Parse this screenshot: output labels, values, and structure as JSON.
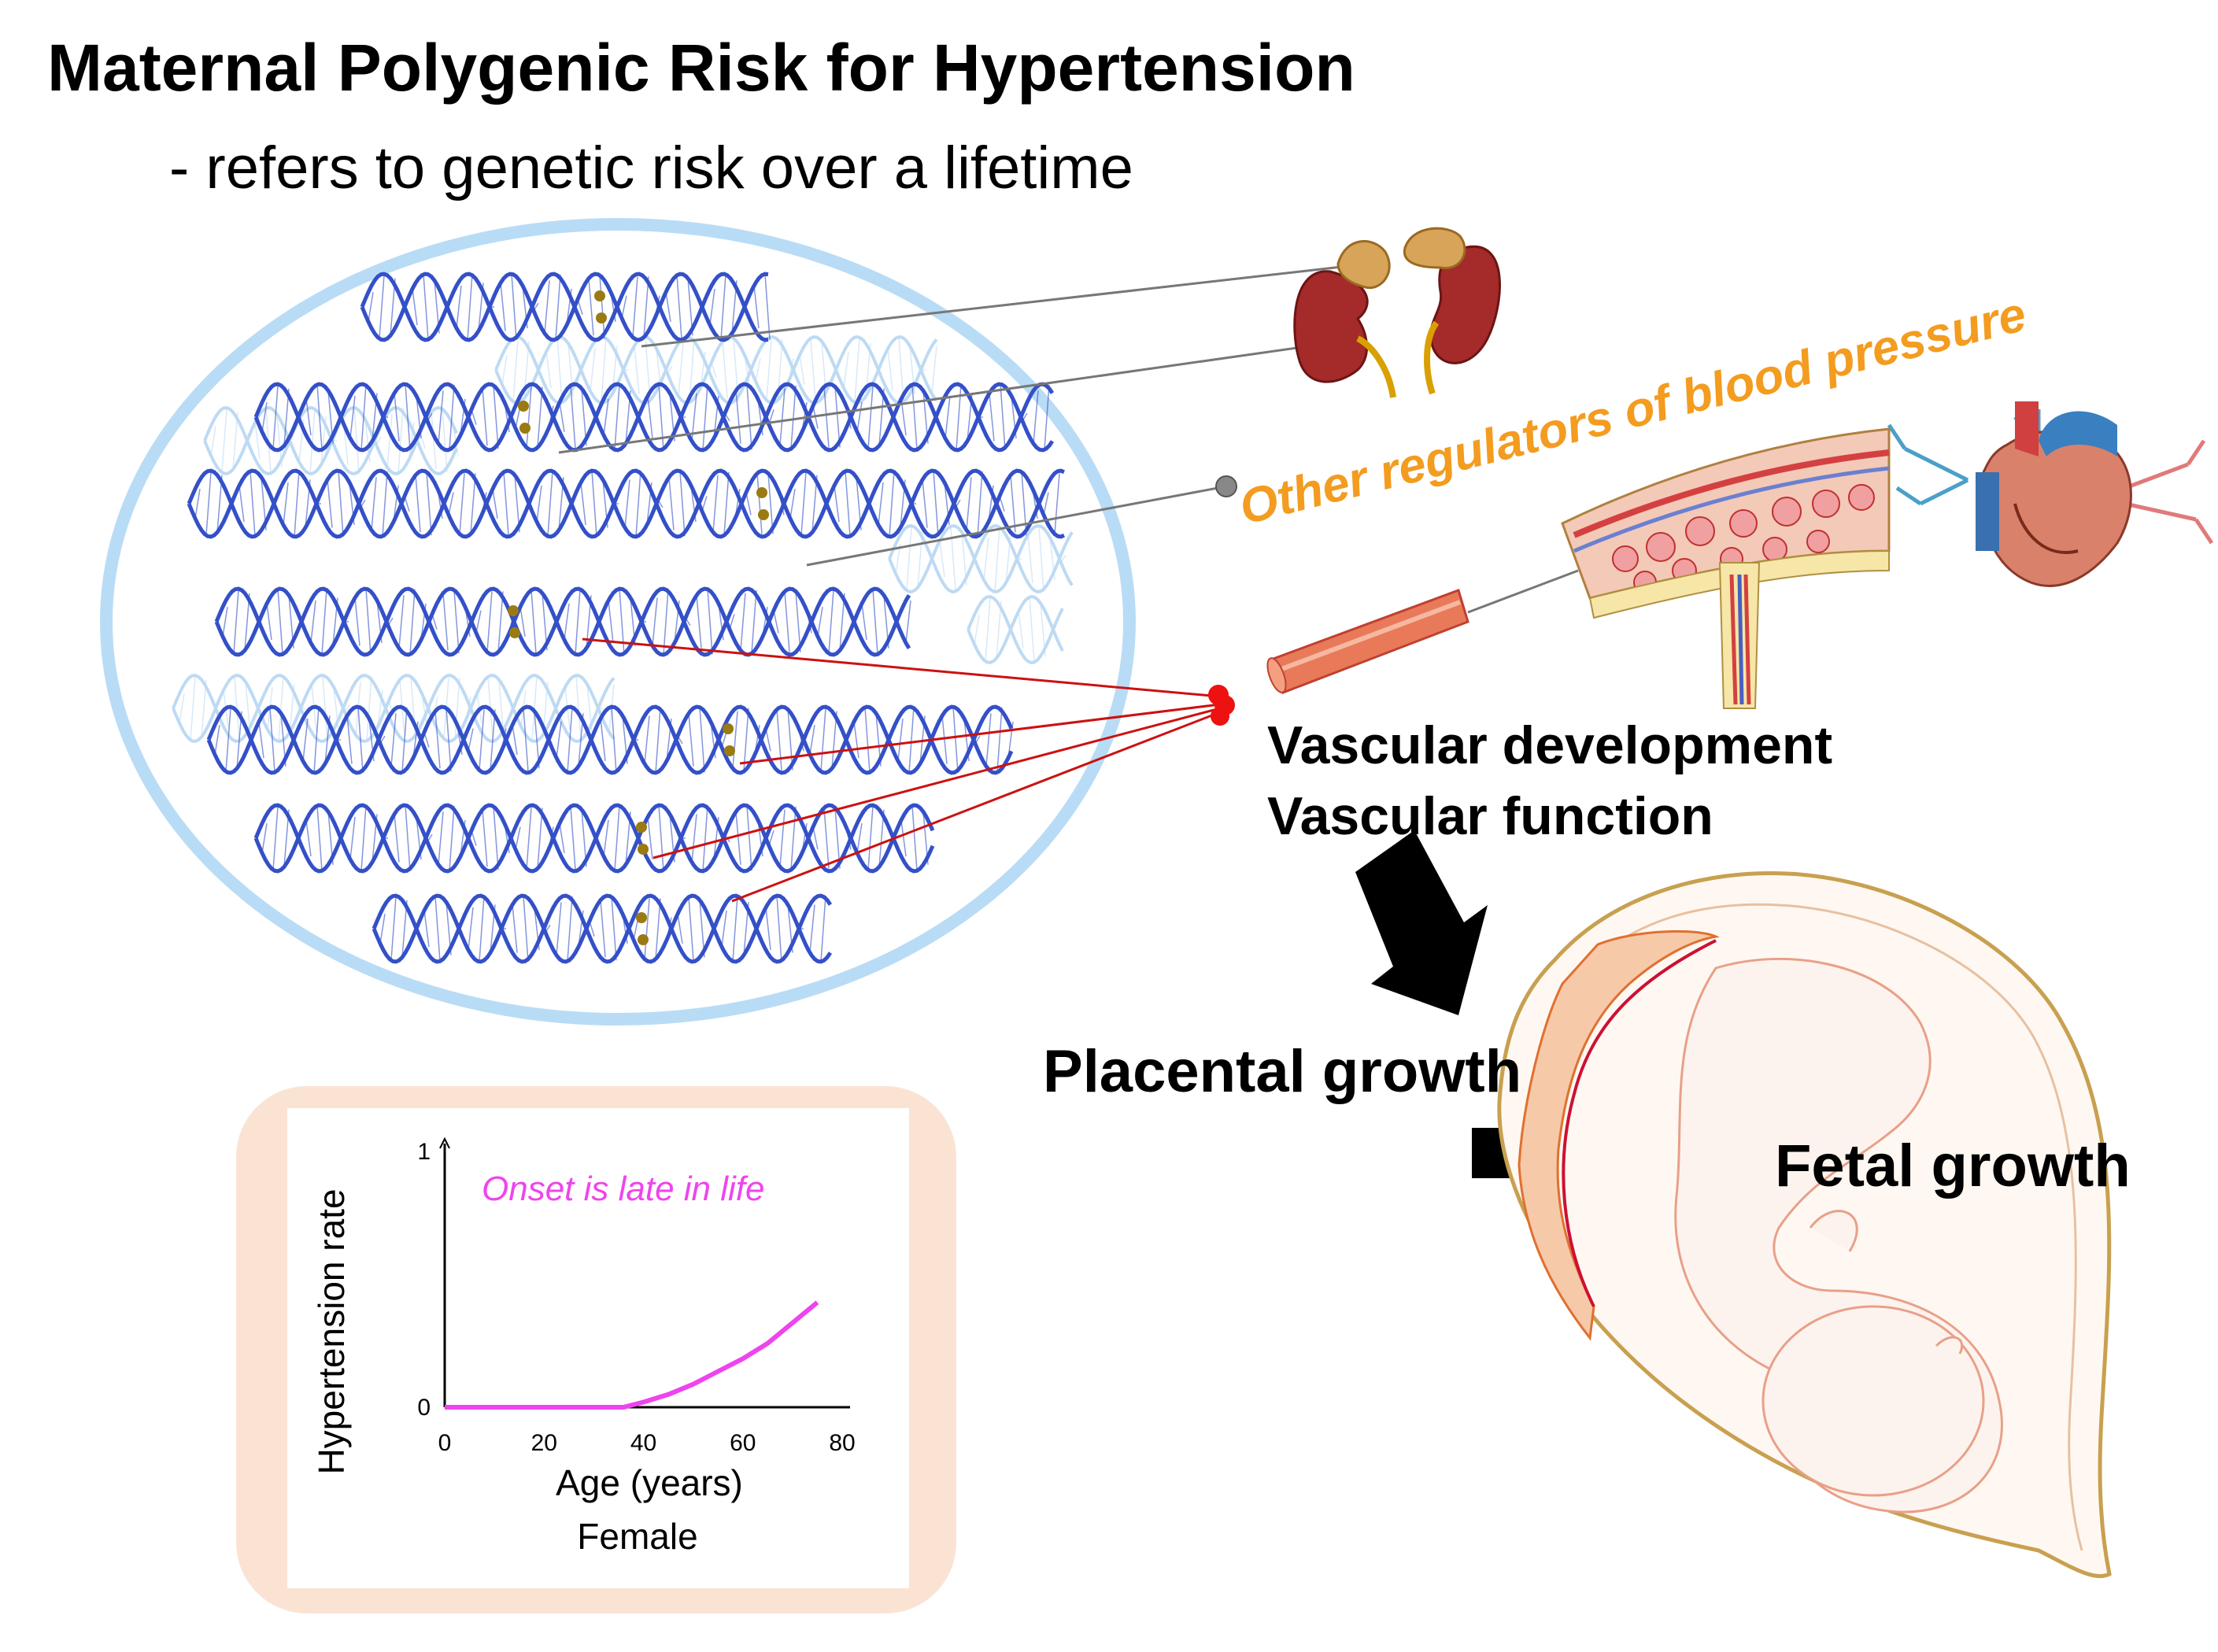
{
  "title": "Maternal Polygenic Risk for Hypertension",
  "subtitle": "- refers to genetic risk over a lifetime",
  "labels": {
    "other_regulators": "Other regulators of blood pressure",
    "vascular_development": "Vascular development",
    "vascular_function": "Vascular function",
    "placental_growth": "Placental growth",
    "fetal_growth": "Fetal growth"
  },
  "colors": {
    "cell_outline": "#b9dcf6",
    "dna_strand": "#3450c8",
    "dna_faint": "#b7d6f2",
    "variant_marker": "#9a7a12",
    "orange_text": "#f39c1f",
    "red_link": "#cc1111",
    "curve": "#ee44ee",
    "chart_frame": "#fbe3d4"
  },
  "chart_data": {
    "type": "line",
    "annotation": "Onset is late in life",
    "xlabel": "Age (years)",
    "xlabel2": "Female",
    "ylabel": "Hypertension rate",
    "xlim": [
      0,
      80
    ],
    "ylim": [
      0,
      1
    ],
    "x_ticks": [
      "0",
      "20",
      "40",
      "60",
      "80"
    ],
    "y_ticks": [
      "1",
      "0"
    ],
    "grid": false,
    "series": [
      {
        "x": [
          0,
          10,
          20,
          30,
          36,
          40,
          45,
          50,
          55,
          60,
          65,
          70,
          75
        ],
        "values": [
          0,
          0,
          0,
          0,
          0,
          0.02,
          0.05,
          0.09,
          0.14,
          0.19,
          0.25,
          0.33,
          0.41
        ]
      }
    ]
  }
}
